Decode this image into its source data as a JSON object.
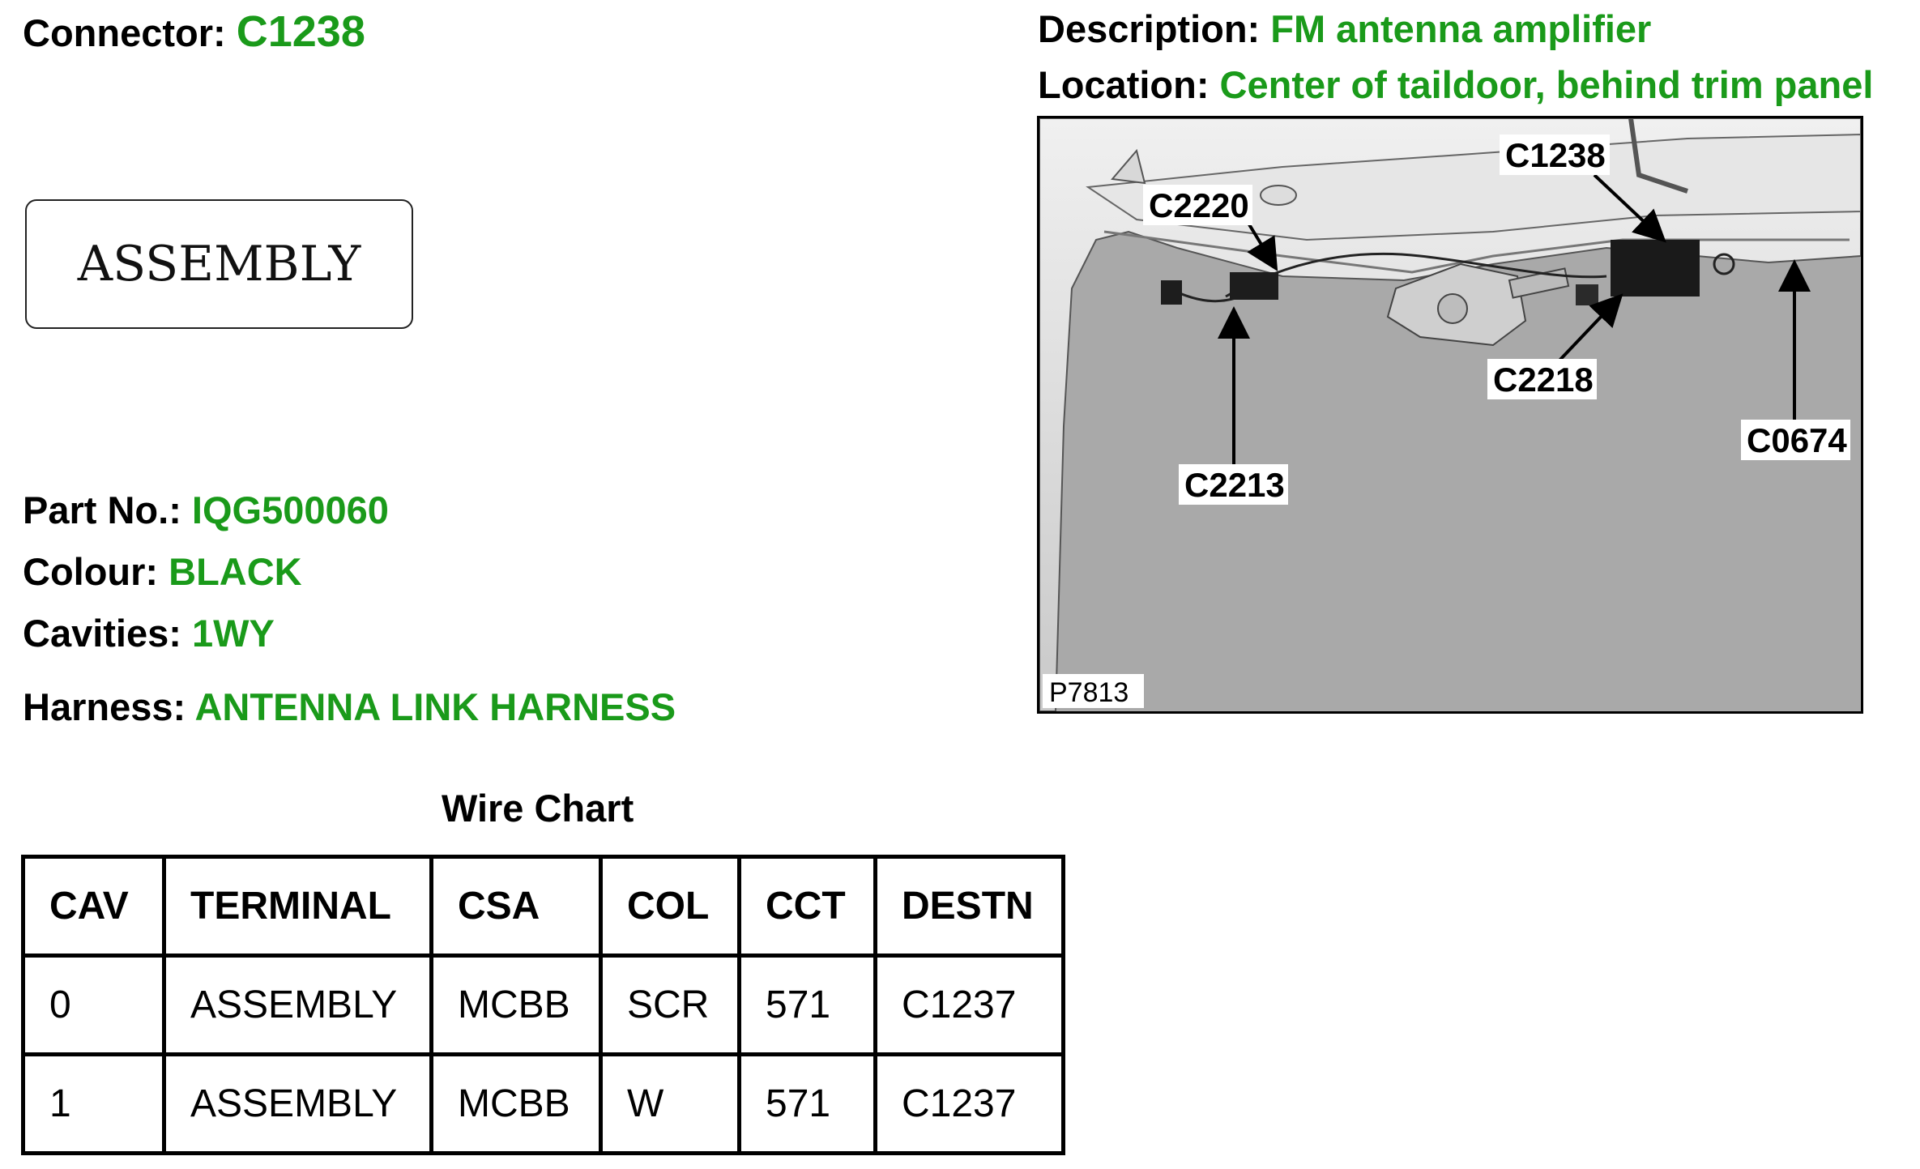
{
  "connector": {
    "label": "Connector:",
    "value": "C1238"
  },
  "description": {
    "label": "Description:",
    "value": "FM antenna amplifier"
  },
  "location": {
    "label": "Location:",
    "value": "Center of taildoor, behind trim panel"
  },
  "assembly_box": "ASSEMBLY",
  "part_no": {
    "label": "Part No.:",
    "value": "IQG500060"
  },
  "colour": {
    "label": "Colour:",
    "value": "BLACK"
  },
  "cavities": {
    "label": "Cavities:",
    "value": "1WY"
  },
  "harness": {
    "label": "Harness:",
    "value": "ANTENNA LINK HARNESS"
  },
  "wire_chart": {
    "title": "Wire Chart",
    "headers": [
      "CAV",
      "TERMINAL",
      "CSA",
      "COL",
      "CCT",
      "DESTN"
    ],
    "rows": [
      [
        "0",
        "ASSEMBLY",
        "MCBB",
        "SCR",
        "571",
        "C1237"
      ],
      [
        "1",
        "ASSEMBLY",
        "MCBB",
        "W",
        "571",
        "C1237"
      ]
    ]
  },
  "photo": {
    "figure_id": "P7813",
    "callouts": [
      "C1238",
      "C2220",
      "C2218",
      "C0674",
      "C2213"
    ]
  },
  "colors": {
    "value_green": "#1a9a1a"
  }
}
